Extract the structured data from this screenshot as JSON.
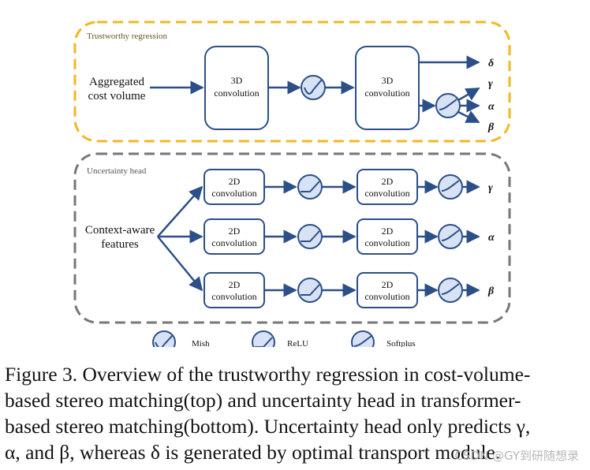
{
  "diagram": {
    "top_group": {
      "label": "Trustworthy regression"
    },
    "bottom_group": {
      "label": "Uncertainty head"
    },
    "top_input": {
      "line1": "Aggregated",
      "line2": "cost volume"
    },
    "bottom_input": {
      "line1": "Context-aware",
      "line2": "features"
    },
    "conv3d": {
      "line1": "3D",
      "line2": "convolution"
    },
    "conv2d": {
      "line1": "2D",
      "line2": "convolution"
    },
    "outputs_top": [
      "δ",
      "γ",
      "α",
      "β"
    ],
    "outputs_bottom": [
      "γ",
      "α",
      "β"
    ],
    "legend": {
      "mish": "Mish",
      "relu": "ReLU",
      "softplus": "Softplus"
    },
    "colors": {
      "accent_top": "#f2b722",
      "accent_bottom": "#777777",
      "primary": "#2c4f88",
      "node_fill": "#d7e3f4"
    }
  },
  "caption": {
    "line1": "Figure 3. Overview of the trustworthy regression in cost-volume-",
    "line2": "based stereo matching(top) and uncertainty head in transformer-",
    "line3": "based stereo matching(bottom). Uncertainty head only predicts γ,",
    "line4": "α, and β, whereas δ is generated by optimal transport module."
  },
  "watermark": "CSDN @GY到研随想录"
}
